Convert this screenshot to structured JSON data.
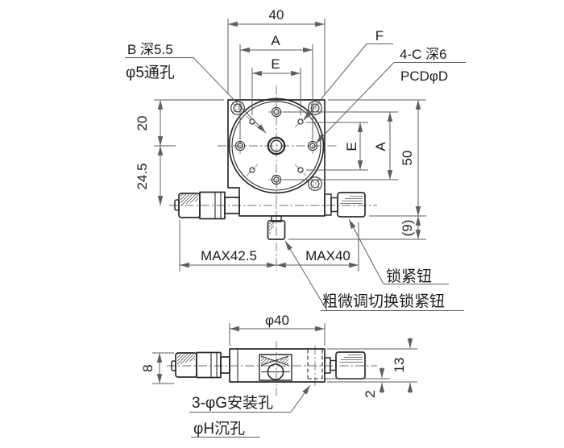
{
  "drawing": {
    "colors": {
      "object_line": "#2b2b2b",
      "dimension_line": "#5e5e5e",
      "text": "#1c1c1c",
      "background": "#ffffff"
    },
    "main_view": {
      "dims": {
        "width_top": "40",
        "hole_span_a_top": "A",
        "hole_span_e_top": "E",
        "left_upper": "20",
        "left_lower": "24.5",
        "right_e": "E",
        "right_a": "A",
        "right_height": "50",
        "right_knob_offset": "(9)",
        "travel_left": "MAX42.5",
        "travel_right": "MAX40"
      },
      "labels": {
        "center_hole_line1": "B 深5.5",
        "center_hole_line2": "φ5通孔",
        "f_holes": "F",
        "tap_holes_line1": "4-C 深6",
        "tap_holes_line2": "PCDφD",
        "lock_knob": "锁紧钮",
        "coarse_fine_knob": "粗微调切换锁紧钮"
      }
    },
    "side_view": {
      "dims": {
        "diameter": "φ40",
        "axis_height": "8",
        "total_height": "13",
        "counterbore_depth": "2"
      },
      "labels": {
        "mounting_holes": "3-φG安装孔",
        "counterbore": "φH沉孔"
      }
    }
  }
}
